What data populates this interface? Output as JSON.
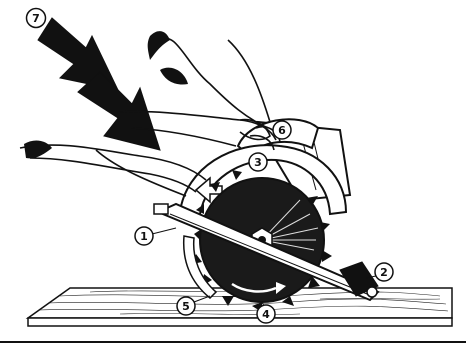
{
  "figure": {
    "callouts": [
      "1",
      "2",
      "3",
      "4",
      "5",
      "6",
      "7"
    ]
  },
  "colors": {
    "ink": "#111111",
    "paper": "#ffffff",
    "shading": "#333333"
  }
}
